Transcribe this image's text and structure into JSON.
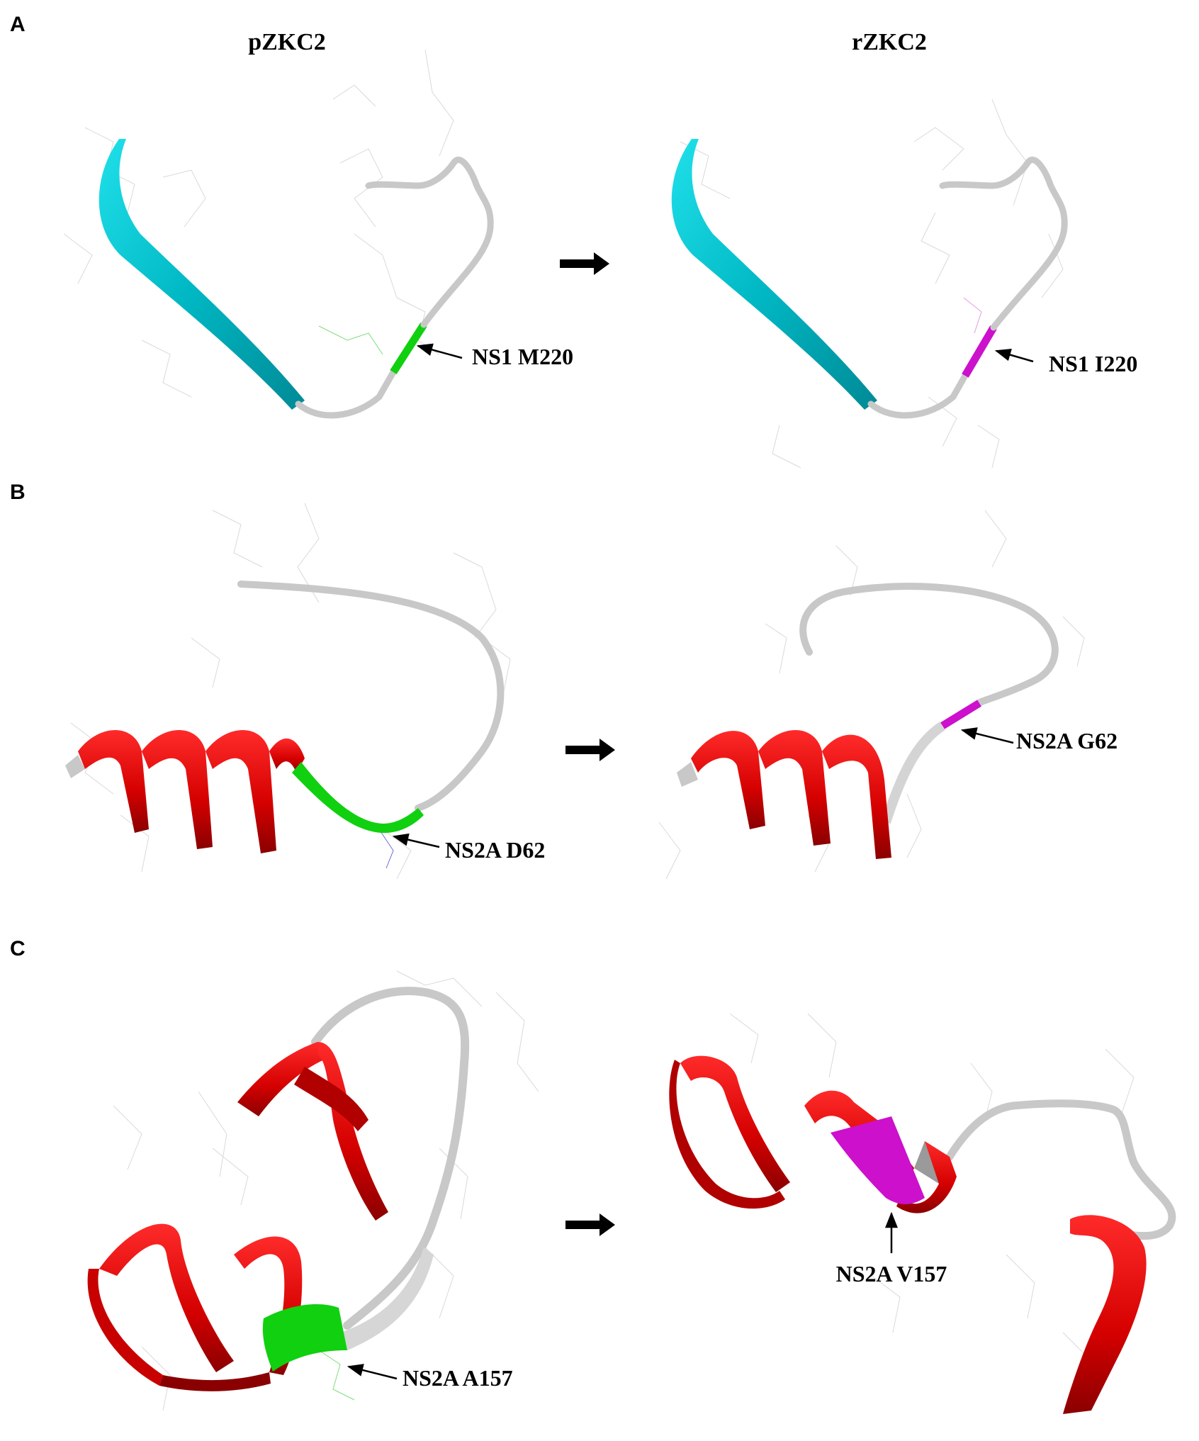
{
  "figure": {
    "columns": [
      "pZKC2",
      "rZKC2"
    ],
    "panels": [
      {
        "letter": "A",
        "left_label": "NS1 M220",
        "right_label": "NS1 I220"
      },
      {
        "letter": "B",
        "left_label": "NS2A D62",
        "right_label": "NS2A G62"
      },
      {
        "letter": "C",
        "left_label": "NS2A A157",
        "right_label": "NS2A V157"
      }
    ]
  },
  "colors": {
    "strand": "#00c8d2",
    "helix": "#e00000",
    "coil": "#c8c8c8",
    "wild_type_residue": "#10d010",
    "mutant_residue": "#cc10cc",
    "sticks": "#d9d9d9"
  }
}
